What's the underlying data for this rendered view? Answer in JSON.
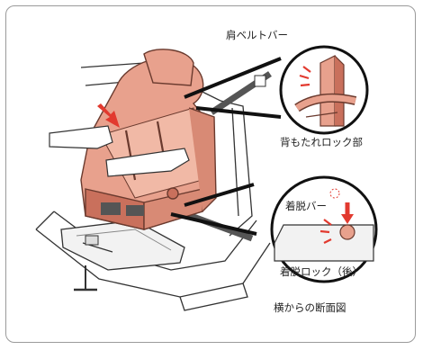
{
  "labels": {
    "shoulder_belt_bar": "肩ベルトバー",
    "backrest_lock": "背もたれロック部",
    "release_bar": "着脱バー",
    "release_lock_rear": "着脱ロック（後）",
    "side_section_view": "横からの断面図"
  },
  "colors": {
    "seat": "#e8a18d",
    "seat_dark": "#c9705c",
    "belt": "#555555",
    "arrow_red": "#e23a2f",
    "cushion": "#ffffff"
  }
}
